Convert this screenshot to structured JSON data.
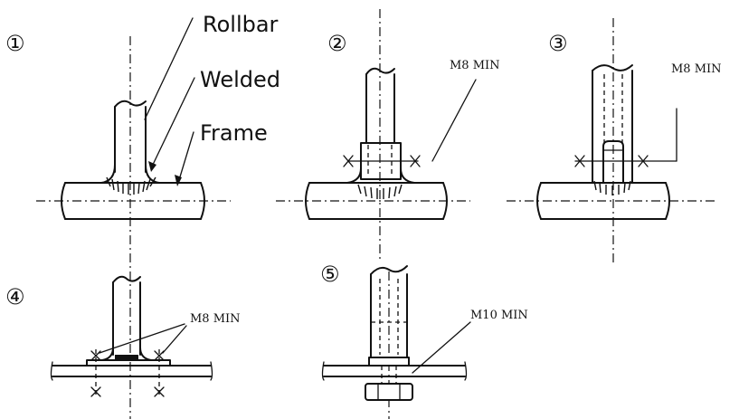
{
  "diagram": {
    "panel_numbers": [
      "①",
      "②",
      "③",
      "④",
      "⑤"
    ],
    "labels": {
      "rollbar": "Rollbar",
      "welded": "Welded",
      "frame": "Frame"
    },
    "dimensions": {
      "m8_panel2": "M8 MIN",
      "m8_panel3": "M8 MIN",
      "m8_panel4": "M8 MIN",
      "m10_panel5": "M10 MIN"
    }
  }
}
